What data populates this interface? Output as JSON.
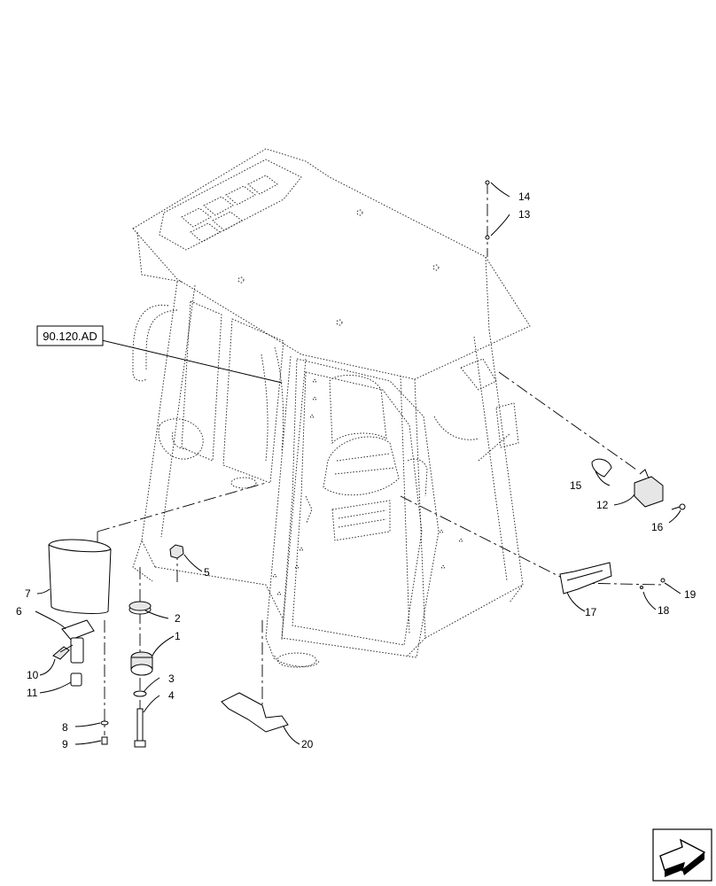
{
  "reference": "90.120.AD",
  "callouts": [
    {
      "id": "1",
      "text": "1"
    },
    {
      "id": "2",
      "text": "2"
    },
    {
      "id": "3",
      "text": "3"
    },
    {
      "id": "4",
      "text": "4"
    },
    {
      "id": "5",
      "text": "5"
    },
    {
      "id": "6",
      "text": "6"
    },
    {
      "id": "7",
      "text": "7"
    },
    {
      "id": "8",
      "text": "8"
    },
    {
      "id": "9",
      "text": "9"
    },
    {
      "id": "10",
      "text": "10"
    },
    {
      "id": "11",
      "text": "11"
    },
    {
      "id": "12",
      "text": "12"
    },
    {
      "id": "13",
      "text": "13"
    },
    {
      "id": "14",
      "text": "14"
    },
    {
      "id": "15",
      "text": "15"
    },
    {
      "id": "16",
      "text": "16"
    },
    {
      "id": "17",
      "text": "17"
    },
    {
      "id": "18",
      "text": "18"
    },
    {
      "id": "19",
      "text": "19"
    },
    {
      "id": "20",
      "text": "20"
    }
  ],
  "nav_icon": "next-page-arrow-icon"
}
